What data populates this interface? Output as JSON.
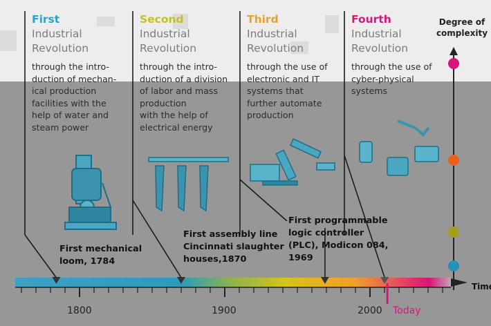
{
  "revolutions": [
    {
      "title": [
        "First",
        "Industrial",
        "Revolution"
      ],
      "color": "#2aa2c9",
      "description": [
        "through the intro-",
        "duction of mechan-",
        "ical production",
        "facilities with the",
        "help of water and",
        "steam power"
      ]
    },
    {
      "title": [
        "Second",
        "Industrial",
        "Revolution"
      ],
      "color": "#c4c11e",
      "description": [
        "through the intro-",
        "duction of a division",
        "of labor and mass",
        "production",
        "with the help of",
        "electrical energy"
      ]
    },
    {
      "title": [
        "Third",
        "Industrial",
        "Revolution"
      ],
      "color": "#ec9e2b",
      "description": [
        "through the use of",
        "electronic and IT",
        "systems that",
        "further automate",
        "production"
      ]
    },
    {
      "title": [
        "Fourth",
        "Industrial",
        "Revolution"
      ],
      "color": "#d8157a",
      "description": [
        "through the use of",
        "cyber-physical",
        "systems"
      ]
    }
  ],
  "complexity_label": [
    "Degree of",
    "complexity"
  ],
  "milestones": [
    {
      "lines": [
        "First mechanical",
        "loom, 1784"
      ],
      "year": 1784
    },
    {
      "lines": [
        "First assembly line",
        "Cincinnati slaughter",
        "houses,1870"
      ],
      "year": 1870
    },
    {
      "lines": [
        "First programmable",
        "logic controller",
        "(PLC), Modicon 084,",
        "1969"
      ],
      "year": 1969
    }
  ],
  "axis": {
    "year_labels": [
      "1800",
      "1900",
      "2000"
    ],
    "today_label": "Today",
    "time_label": "Time",
    "today_year": 2012
  },
  "complexity_dots": [
    {
      "color": "#d8157a"
    },
    {
      "color": "#e8611b"
    },
    {
      "color": "#a3a01e"
    },
    {
      "color": "#2492b8"
    }
  ]
}
